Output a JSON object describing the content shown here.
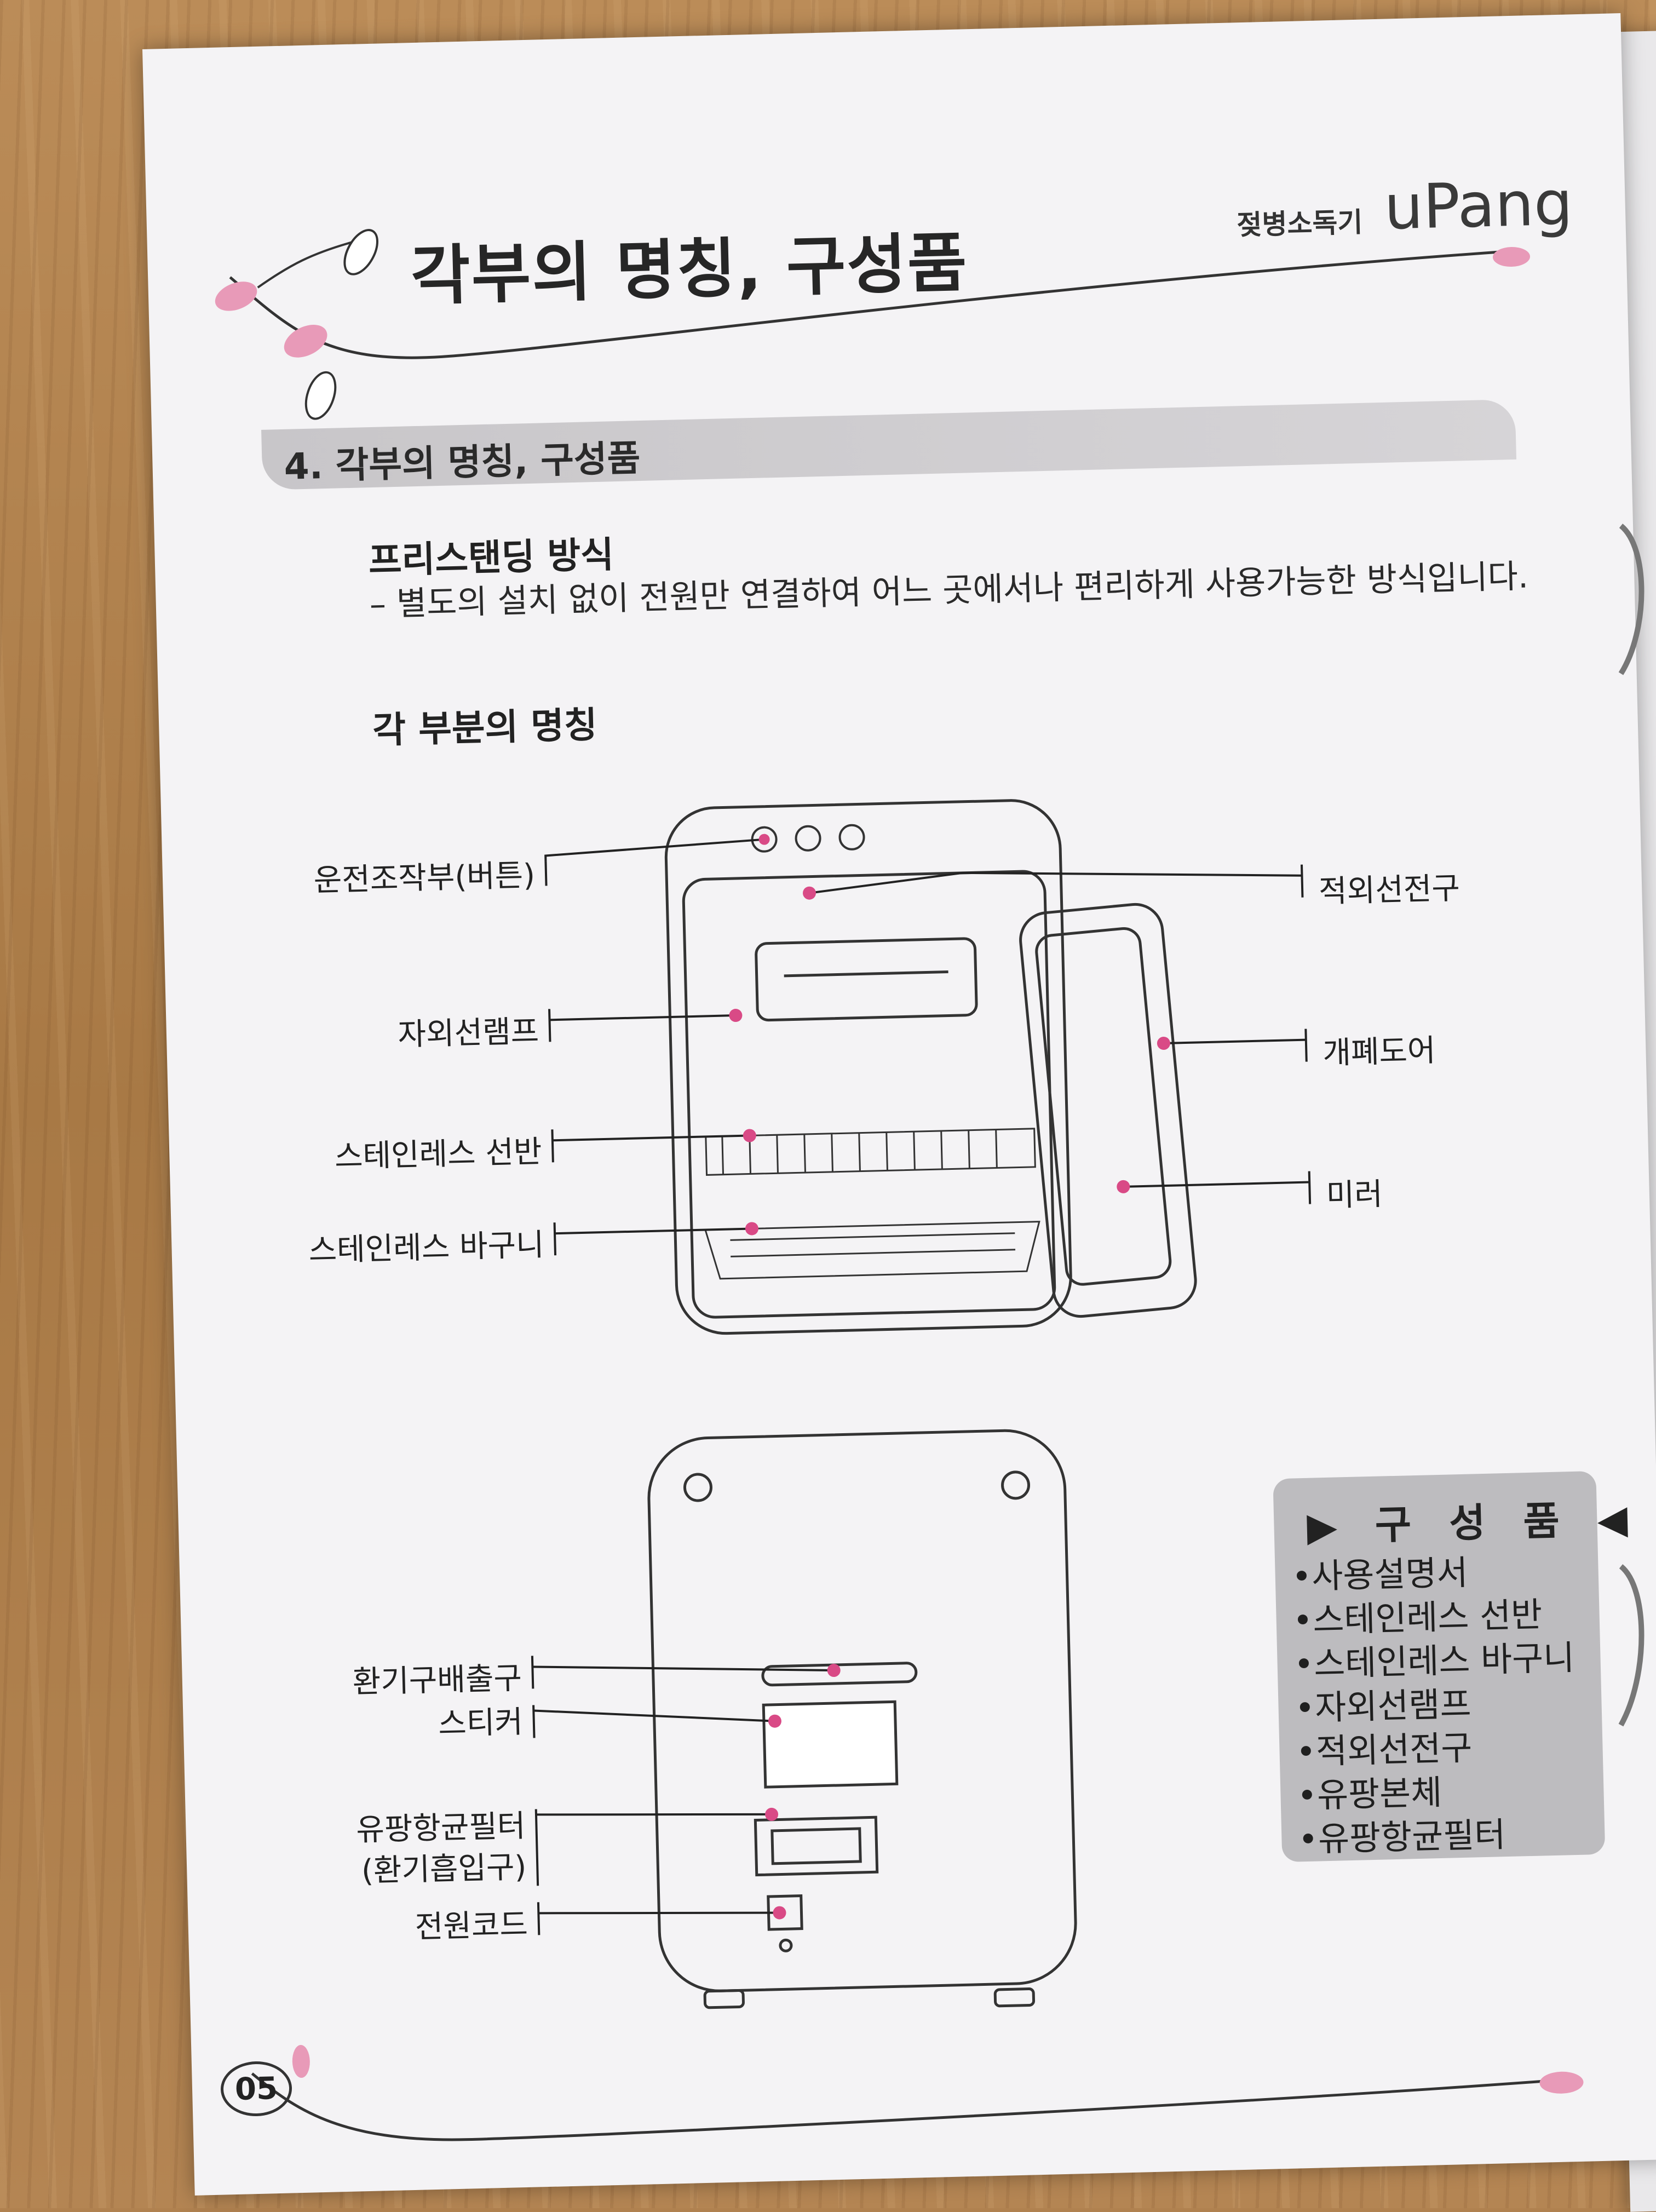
{
  "header": {
    "title": "각부의 명칭, 구성품",
    "brand_label": "젖병소독기",
    "brand_logo": "uPang"
  },
  "section": {
    "title": "4. 각부의 명칭, 구성품",
    "subheading": "프리스탠딩 방식",
    "description": "– 별도의 설치 없이 전원만 연결하여 어느 곳에서나 편리하게 사용가능한 방식입니다.",
    "parts_heading": "각 부분의 명칭"
  },
  "front_labels": {
    "control_panel": "운전조작부(버튼)",
    "uv_lamp": "자외선램프",
    "shelf": "스테인레스 선반",
    "basket": "스테인레스 바구니",
    "ir_bulb": "적외선전구",
    "door": "개폐도어",
    "mirror": "미러"
  },
  "back_labels": {
    "vent_outlet": "환기구배출구",
    "sticker": "스티커",
    "filter_line1": "유팡항균필터",
    "filter_line2": "(환기흡입구)",
    "power_cord": "전원코드"
  },
  "components": {
    "title": "▶ 구 성 품 ◀",
    "items": [
      "사용설명서",
      "스테인레스 선반",
      "스테인레스 바구니",
      "자외선램프",
      "적외선전구",
      "유팡본체",
      "유팡항균필터"
    ]
  },
  "page_number": "05",
  "colors": {
    "accent_pink": "#d94a86",
    "bar_gray": "#c8c6c9",
    "box_gray": "#bdbcbf",
    "paper": "#f4f3f5"
  }
}
